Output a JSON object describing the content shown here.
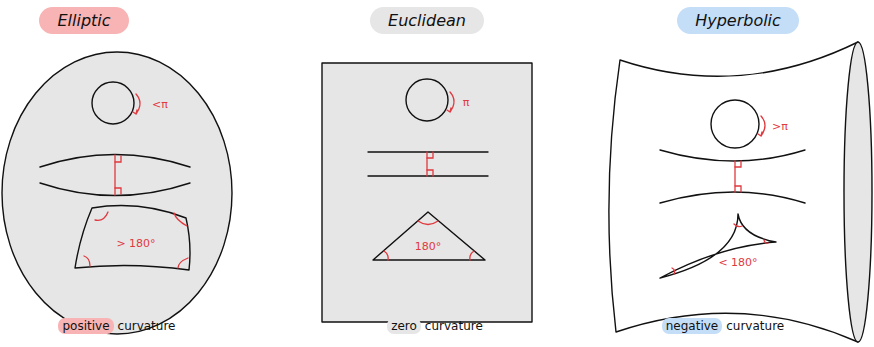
{
  "diagram": {
    "nodes": [
      {
        "text": [
          "Elliptic"
        ]
      },
      {
        "text": [
          "Euclidean"
        ]
      },
      {
        "text": [
          "Hyperbolic"
        ]
      },
      {
        "text": [
          "positive"
        ]
      },
      {
        "text": [
          "zero"
        ]
      },
      {
        "text": [
          "negative"
        ]
      }
    ],
    "labels": [
      "<π",
      "> 180°",
      "π",
      "180°",
      ">π",
      "< 180°",
      "curvature",
      "curvature",
      "curvature"
    ]
  }
}
